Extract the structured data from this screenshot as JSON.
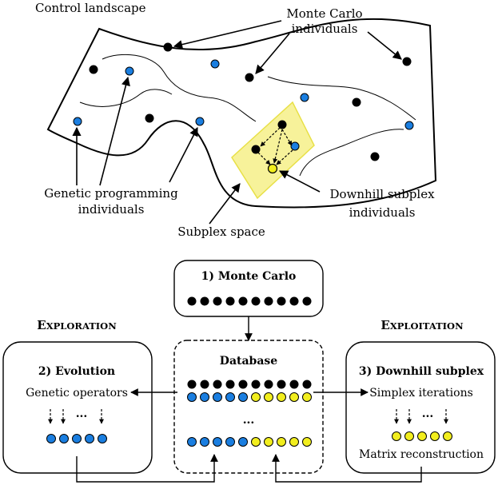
{
  "colors": {
    "black_dot": "#000000",
    "blue_dot": "#1a7ee0",
    "yellow_dot": "#f2ee1e",
    "subplex_fill": "#f7f29a",
    "subplex_stroke": "#e8e046"
  },
  "top": {
    "control_landscape": "Control landscape",
    "monte_carlo_line1": "Monte Carlo",
    "monte_carlo_line2": "individuals",
    "gp_line1": "Genetic programming",
    "gp_line2": "individuals",
    "subplex_space": "Subplex space",
    "downhill_line1": "Downhill subplex",
    "downhill_line2": "individuals"
  },
  "bottom": {
    "exploration": {
      "cap1": "E",
      "rest1": "XPLORATION"
    },
    "exploitation": {
      "cap1": "E",
      "rest1": "XPLOITATION"
    },
    "monte_carlo_box": {
      "title": "1) Monte Carlo",
      "dots": 10
    },
    "evolution_box": {
      "title": "2) Evolution",
      "operators": "Genetic operators",
      "ellipsis": "...",
      "dots": 5
    },
    "database_box": {
      "title": "Database",
      "ellipsis": "...",
      "black_dots": 10,
      "blue_dots": 5,
      "yellow_dots": 5
    },
    "downhill_box": {
      "title": "3) Downhill subplex",
      "iterations": "Simplex iterations",
      "reconstruction": "Matrix reconstruction",
      "ellipsis": "...",
      "dots": 5
    }
  }
}
